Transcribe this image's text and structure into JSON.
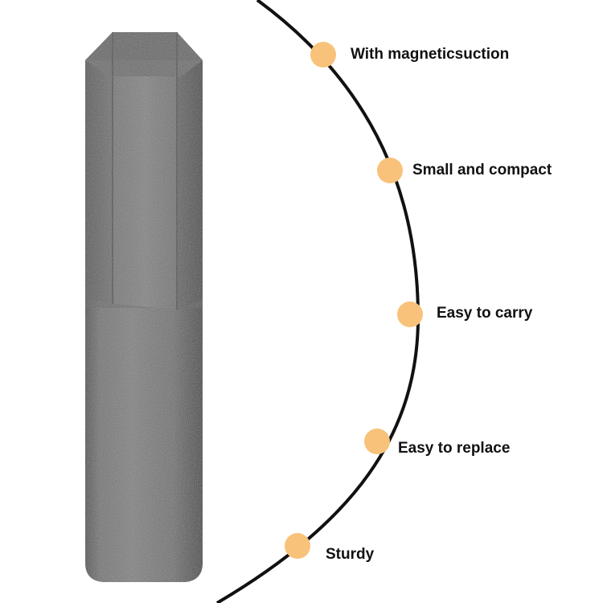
{
  "colors": {
    "accent_dot": "#F8C27A",
    "arc_line": "#111111",
    "background": "#FFFFFF",
    "metal": "#6E6E6E"
  },
  "product": {
    "icon": "hex-bit-socket-image"
  },
  "features": [
    {
      "label": "With magneticsuction"
    },
    {
      "label": "Small and compact"
    },
    {
      "label": "Easy to carry"
    },
    {
      "label": "Easy to replace"
    },
    {
      "label": "Sturdy"
    }
  ]
}
